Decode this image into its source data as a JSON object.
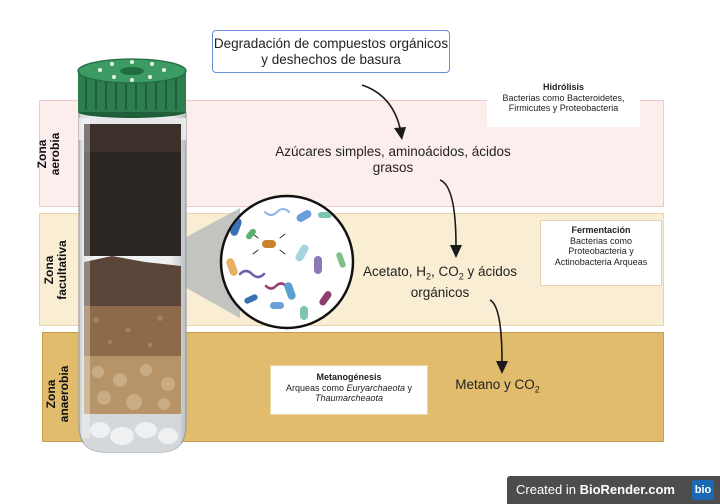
{
  "zones": {
    "aerobic": "Zona\naerobia",
    "facultative": "Zona\nfacultativa",
    "anaerobic": "Zona\nanaerobia"
  },
  "title_box": "Degradación de compuestos orgánicos y deshechos de basura",
  "steps": {
    "sugars": "Azúcares simples, aminoácidos, ácidos grasos",
    "acetate_prefix": "Acetato, H",
    "acetate_mid": ", CO",
    "acetate_suffix": " y ácidos orgánicos",
    "methane_prefix": "Metano y CO",
    "subscript_2": "2"
  },
  "hydrolysis": {
    "heading": "Hidrólisis",
    "body": "Bacterias como Bacteroidetes, Firmicutes y Proteobacteria"
  },
  "fermentation": {
    "heading": "Fermentación",
    "body": "Bacterias como Proteobacteria y Actinobacteria Arqueas"
  },
  "methanogenesis": {
    "heading": "Metanogénesis",
    "body_prefix": "Arqueas como ",
    "body_italic1": "Euryarchaeota",
    "body_mid": " y ",
    "body_italic2": "Thaumarcheaota"
  },
  "footer": {
    "prefix": "Created in ",
    "brand": "BioRender.com",
    "logo": "bio"
  },
  "colors": {
    "aerobic_band": "#fdeeee",
    "facultative_band": "#f9edd3",
    "anaerobic_band": "#e1bc6c",
    "cap": "#2e7d4f",
    "title_border": "#6b8fd6"
  }
}
